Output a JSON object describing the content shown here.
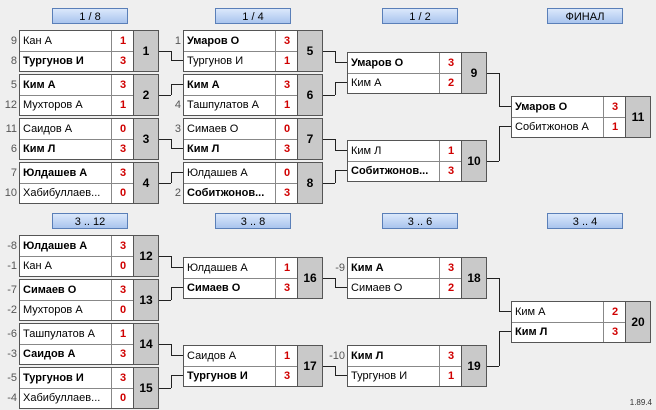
{
  "headers": [
    "1 / 8",
    "1 / 4",
    "1 / 2",
    "ФИНАЛ",
    "3 .. 12",
    "3 .. 8",
    "3 .. 6",
    "3 .. 4"
  ],
  "matches": [
    {
      "id": "1",
      "p1": {
        "name": "Кан А",
        "score": "1",
        "bold": false,
        "seed": "9"
      },
      "p2": {
        "name": "Тургунов И",
        "score": "3",
        "bold": true,
        "seed": "8"
      }
    },
    {
      "id": "2",
      "p1": {
        "name": "Ким А",
        "score": "3",
        "bold": true,
        "seed": "5"
      },
      "p2": {
        "name": "Мухторов А",
        "score": "1",
        "bold": false,
        "seed": "12"
      }
    },
    {
      "id": "3",
      "p1": {
        "name": "Саидов А",
        "score": "0",
        "bold": false,
        "seed": "11"
      },
      "p2": {
        "name": "Ким Л",
        "score": "3",
        "bold": true,
        "seed": "6"
      }
    },
    {
      "id": "4",
      "p1": {
        "name": "Юлдашев А",
        "score": "3",
        "bold": true,
        "seed": "7"
      },
      "p2": {
        "name": "Хабибуллаев...",
        "score": "0",
        "bold": false,
        "seed": "10"
      }
    },
    {
      "id": "5",
      "p1": {
        "name": "Умаров О",
        "score": "3",
        "bold": true,
        "seed": "1"
      },
      "p2": {
        "name": "Тургунов И",
        "score": "1",
        "bold": false,
        "seed": ""
      }
    },
    {
      "id": "6",
      "p1": {
        "name": "Ким А",
        "score": "3",
        "bold": true,
        "seed": ""
      },
      "p2": {
        "name": "Ташпулатов А",
        "score": "1",
        "bold": false,
        "seed": "4"
      }
    },
    {
      "id": "7",
      "p1": {
        "name": "Симаев О",
        "score": "0",
        "bold": false,
        "seed": "3"
      },
      "p2": {
        "name": "Ким Л",
        "score": "3",
        "bold": true,
        "seed": ""
      }
    },
    {
      "id": "8",
      "p1": {
        "name": "Юлдашев А",
        "score": "0",
        "bold": false,
        "seed": ""
      },
      "p2": {
        "name": "Собитжонов...",
        "score": "3",
        "bold": true,
        "seed": "2"
      }
    },
    {
      "id": "9",
      "p1": {
        "name": "Умаров О",
        "score": "3",
        "bold": true,
        "seed": ""
      },
      "p2": {
        "name": "Ким А",
        "score": "2",
        "bold": false,
        "seed": ""
      }
    },
    {
      "id": "10",
      "p1": {
        "name": "Ким Л",
        "score": "1",
        "bold": false,
        "seed": ""
      },
      "p2": {
        "name": "Собитжонов...",
        "score": "3",
        "bold": true,
        "seed": ""
      }
    },
    {
      "id": "11",
      "p1": {
        "name": "Умаров О",
        "score": "3",
        "bold": true,
        "seed": ""
      },
      "p2": {
        "name": "Собитжонов А",
        "score": "1",
        "bold": false,
        "seed": ""
      }
    },
    {
      "id": "12",
      "p1": {
        "name": "Юлдашев А",
        "score": "3",
        "bold": true,
        "seed": "-8"
      },
      "p2": {
        "name": "Кан А",
        "score": "0",
        "bold": false,
        "seed": "-1"
      }
    },
    {
      "id": "13",
      "p1": {
        "name": "Симаев О",
        "score": "3",
        "bold": true,
        "seed": "-7"
      },
      "p2": {
        "name": "Мухторов А",
        "score": "0",
        "bold": false,
        "seed": "-2"
      }
    },
    {
      "id": "14",
      "p1": {
        "name": "Ташпулатов А",
        "score": "1",
        "bold": false,
        "seed": "-6"
      },
      "p2": {
        "name": "Саидов А",
        "score": "3",
        "bold": true,
        "seed": "-3"
      }
    },
    {
      "id": "15",
      "p1": {
        "name": "Тургунов И",
        "score": "3",
        "bold": true,
        "seed": "-5"
      },
      "p2": {
        "name": "Хабибуллаев...",
        "score": "0",
        "bold": false,
        "seed": "-4"
      }
    },
    {
      "id": "16",
      "p1": {
        "name": "Юлдашев А",
        "score": "1",
        "bold": false,
        "seed": ""
      },
      "p2": {
        "name": "Симаев О",
        "score": "3",
        "bold": true,
        "seed": ""
      }
    },
    {
      "id": "17",
      "p1": {
        "name": "Саидов А",
        "score": "1",
        "bold": false,
        "seed": ""
      },
      "p2": {
        "name": "Тургунов И",
        "score": "3",
        "bold": true,
        "seed": ""
      }
    },
    {
      "id": "18",
      "p1": {
        "name": "Ким А",
        "score": "3",
        "bold": true,
        "seed": "-9"
      },
      "p2": {
        "name": "Симаев О",
        "score": "2",
        "bold": false,
        "seed": ""
      }
    },
    {
      "id": "19",
      "p1": {
        "name": "Ким Л",
        "score": "3",
        "bold": true,
        "seed": "-10"
      },
      "p2": {
        "name": "Тургунов И",
        "score": "1",
        "bold": false,
        "seed": ""
      }
    },
    {
      "id": "20",
      "p1": {
        "name": "Ким А",
        "score": "2",
        "bold": false,
        "seed": ""
      },
      "p2": {
        "name": "Ким Л",
        "score": "3",
        "bold": true,
        "seed": ""
      }
    }
  ],
  "version": "1.89.4"
}
